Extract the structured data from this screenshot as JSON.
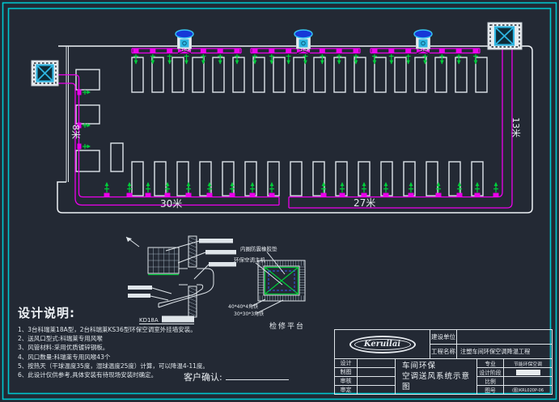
{
  "colors": {
    "background": "#232934",
    "cyan": "#00c6cf",
    "magenta": "#ec00ec",
    "green": "#00cc3a",
    "white": "#e6eaef",
    "unit_blue": "#1638d8",
    "unit_cyan": "#2eb6e2"
  },
  "plan": {
    "dim_bottom_left": "30米",
    "dim_bottom_right": "27米",
    "dim_right": "13米",
    "dim_left": "8米",
    "top_unit_label": "18米"
  },
  "detail_wall": {
    "caption": "KD18A"
  },
  "detail_platform": {
    "label_rubber_pad": "内圈防震橡胶垫",
    "label_main_unit": "环保空调主机",
    "label_angle_40": "40*40*4角铁",
    "label_angle_30": "30*30*3角铁",
    "caption": "检修平台"
  },
  "design_notes": {
    "title": "设计说明:",
    "items": [
      "1、3台科瑞莱18A型，2台科瑞莱KS36型环保空调室外挂墙安装。",
      "2、送风口型式:科瑞莱专用风喉",
      "3、风管材料:采用优质镀锌钢板。",
      "4、风口数量:科瑞莱专用风喉43个",
      "5、按热天（干球温度35度，湿球温度25度）计算，可以降温4-11度。",
      "6、此设计仅供参考,具体安装有待现场安装时确定。"
    ]
  },
  "customer_confirm_label": "客户确认:",
  "titleblock": {
    "logo": "Keruilai",
    "build_unit_label": "建设单位",
    "build_unit_value": "",
    "project_label": "工程名称",
    "project_value": "注塑车间环保空调降温工程",
    "sign_labels": [
      "设计",
      "制图",
      "审核",
      "审定"
    ],
    "drawing_title_line1": "车间环保",
    "drawing_title_line2": "空调送风系统示意图",
    "spec_label": "专业",
    "spec_value": "节能环保空调",
    "stage_label": "设计阶段",
    "scale_label": "比例",
    "scale_value": "",
    "number_label": "图号",
    "number_value": "(图)KRL020P-06"
  }
}
